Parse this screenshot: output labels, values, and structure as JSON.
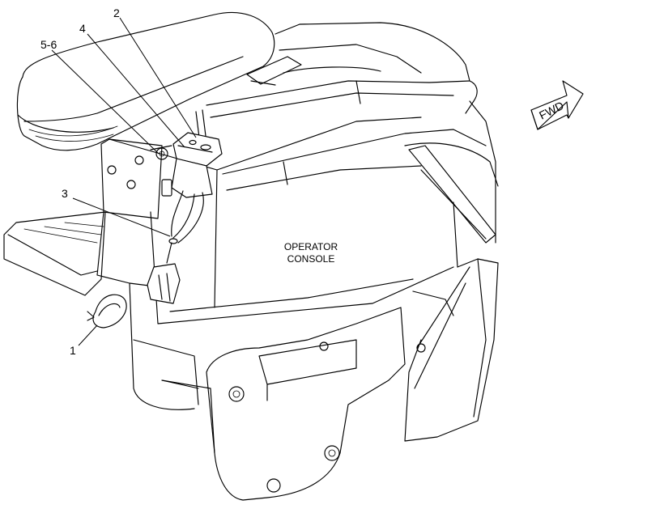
{
  "callouts": {
    "c1": "1",
    "c2": "2",
    "c3": "3",
    "c4": "4",
    "c56": "5-6"
  },
  "console_label": {
    "line1": "OPERATOR",
    "line2": "CONSOLE"
  },
  "direction_arrow": {
    "text": "FWD",
    "icon": "forward-arrow-icon"
  }
}
